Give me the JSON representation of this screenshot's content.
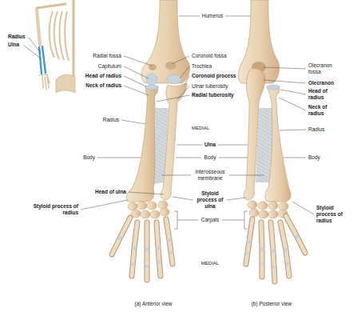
{
  "diagram": {
    "labels": [
      "Radius",
      "Ulna",
      "Humerus",
      "Radial fossa",
      "Coronoid fossa",
      "Capitulum",
      "Trochlea",
      "Head of radius",
      "Coronoid process",
      "Neck of radius",
      "Ulnar tuberosity",
      "Radial tuberosity",
      "Radius",
      "MEDIAL",
      "Ulna",
      "Body",
      "Body",
      "Interosseous membrane",
      "Head of ulna",
      "Styloid process of radius",
      "Styloid process of ulna",
      "Carpals",
      "MEDIAL",
      "(a) Anterior view",
      "Olecranon fossa",
      "Olecranon",
      "Head of radius",
      "Neck of radius",
      "Radius",
      "Body",
      "Styloid process of radius",
      "(b) Posterior view"
    ]
  }
}
